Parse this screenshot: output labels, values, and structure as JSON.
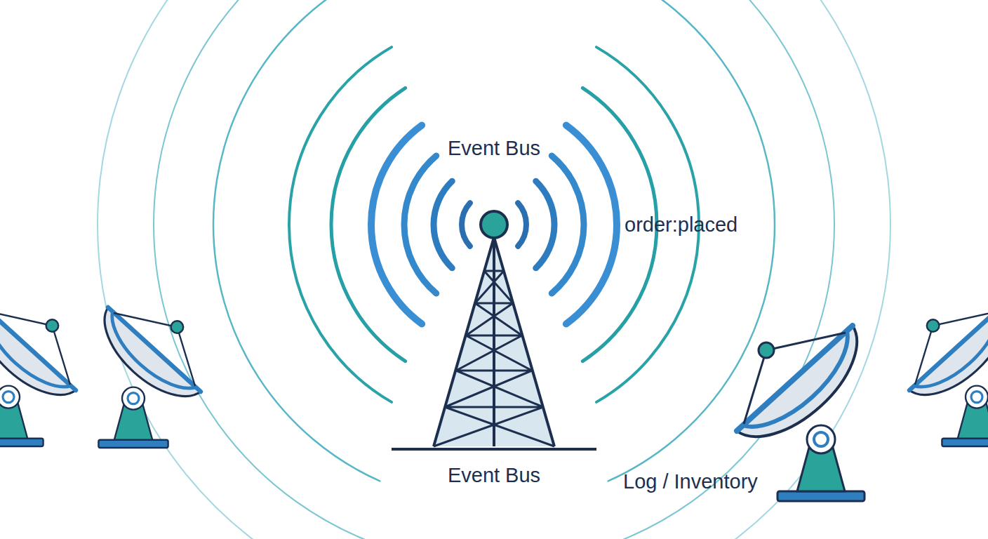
{
  "diagram": {
    "labels": [
      "Event Bus",
      "order:placed",
      "Event Bus",
      "Log / Inventory"
    ]
  }
}
